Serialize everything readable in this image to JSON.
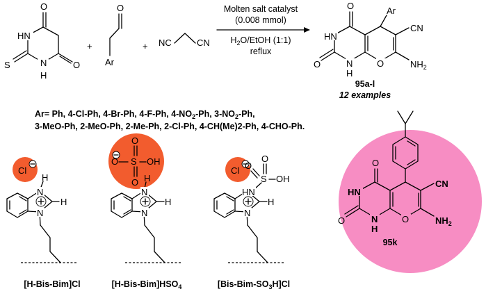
{
  "colors": {
    "anion_bubble": "#f25c2e",
    "product_highlight": "#f78dc3",
    "line": "#000000"
  },
  "reaction": {
    "plus_1": "+",
    "plus_2": "+",
    "reagent_aldehyde": {
      "substituent": "Ar",
      "carbonyl_O": "O"
    },
    "reagent_malononitrile": {
      "left_CN": "NC",
      "right_CN": "CN"
    },
    "reagent_thiobarbituric": {
      "O_top": "O",
      "O_bottom": "O",
      "S": "S",
      "NH_top": "HN",
      "NH_bottom": "H"
    },
    "condition_line_1": "Molten salt catalyst",
    "condition_line_2": "(0.008 mmol)",
    "condition_line_3": "H2O/EtOH (1:1)",
    "condition_line_4": "reflux",
    "product_label": "95a-l",
    "product_note": "12 examples"
  },
  "ar_definitions": {
    "line_1": "Ar= Ph, 4-Cl-Ph, 4-Br-Ph, 4-F-Ph, 4-NO2-Ph, 3-NO2-Ph,",
    "line_2": "3-MeO-Ph, 2-MeO-Ph, 2-Me-Ph, 2-Cl-Ph, 4-CH(Me)2-Ph, 4-CHO-Ph."
  },
  "catalysts": [
    {
      "name": "[H-Bis-Bim]Cl",
      "anion": "Cl"
    },
    {
      "name": "[H-Bis-Bim]HSO4",
      "anion": "HSO4"
    },
    {
      "name": "[Bis-Bim-SO3H]Cl",
      "anion": "Cl"
    }
  ],
  "highlight_product": {
    "label": "95k",
    "groups": [
      "CN",
      "NH2",
      "HN",
      "O",
      "N",
      "H"
    ]
  }
}
